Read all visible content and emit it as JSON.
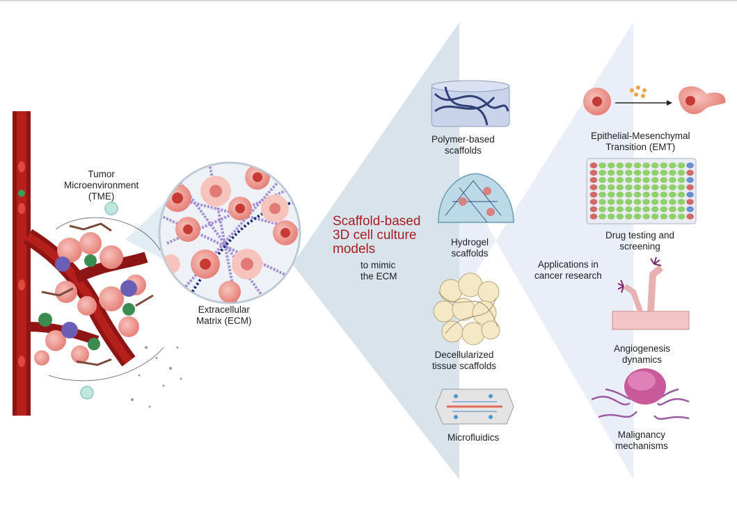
{
  "tme_label": [
    "Tumor",
    "Microenvironment",
    "(TME)"
  ],
  "ecm_label": [
    "Extracellular",
    "Matrix (ECM)"
  ],
  "center_title": [
    "Scaffold-based",
    "3D cell culture",
    "models"
  ],
  "center_subtitle": [
    "to mimic",
    "the ECM"
  ],
  "scaffolds": [
    {
      "label": [
        "Polymer-based",
        "scaffolds"
      ],
      "icon": "polymer-scaffold-icon"
    },
    {
      "label": [
        "Hydrogel",
        "scaffolds"
      ],
      "icon": "hydrogel-scaffold-icon"
    },
    {
      "label": [
        "Decellularized",
        "tissue scaffolds"
      ],
      "icon": "decellularized-scaffold-icon"
    },
    {
      "label": [
        "Microfluidics"
      ],
      "icon": "microfluidics-chip-icon"
    }
  ],
  "applications_label": [
    "Applications in",
    "cancer research"
  ],
  "applications": [
    {
      "label": [
        "Epithelial-Mesenchymal",
        "Transition (EMT)"
      ],
      "icon": "emt-cells-icon"
    },
    {
      "label": [
        "Drug testing and",
        "screening"
      ],
      "icon": "well-plate-icon"
    },
    {
      "label": [
        "Angiogenesis",
        "dynamics"
      ],
      "icon": "angiogenesis-vessel-icon"
    },
    {
      "label": [
        "Malignancy",
        "mechanisms"
      ],
      "icon": "invasive-tumor-icon"
    }
  ],
  "colors": {
    "vessel": "#8f1414",
    "panel": "#dfe7ef",
    "accent_red": "#a61e22",
    "cell_pink": "#f0a7a0"
  }
}
